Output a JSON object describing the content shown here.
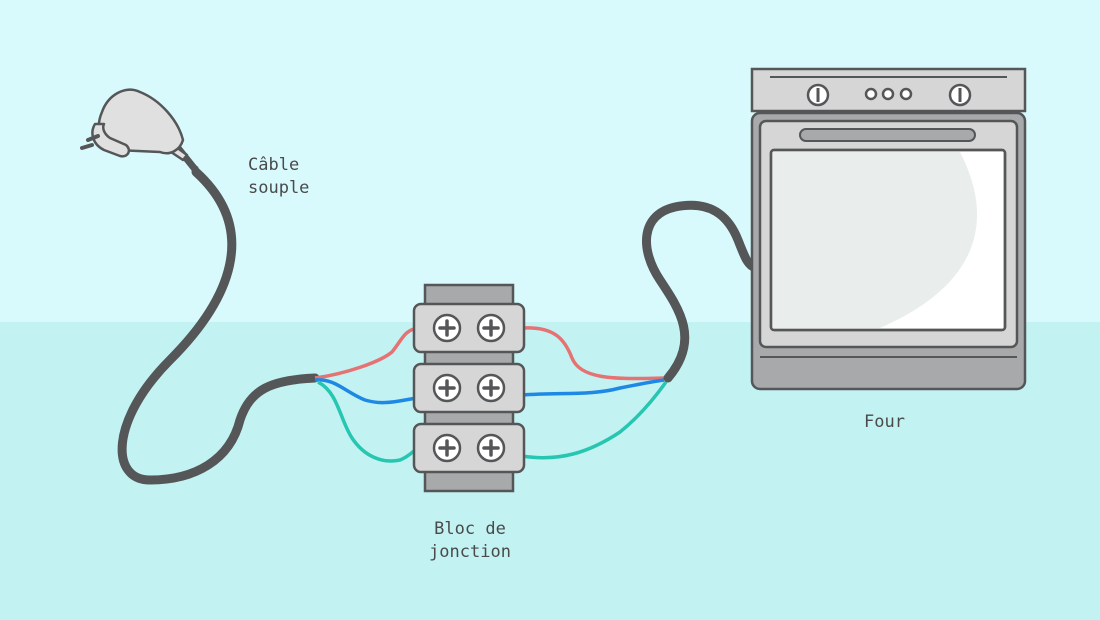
{
  "labels": {
    "cable": "Câble\nsouple",
    "junction_block": "Bloc de\njonction",
    "oven": "Four"
  },
  "colors": {
    "sky": "#d8fafd",
    "floor": "#c3f2f3",
    "outline": "#555657",
    "cable": "#5a5b5c",
    "metal_light": "#d6d6d6",
    "metal_mid": "#a7a9ab",
    "glass": "#e9eeec",
    "wire_phase": "#e57373",
    "wire_neutral": "#1e88e5",
    "wire_earth": "#26c6b0"
  },
  "icons": [
    "plug-icon",
    "terminal-screw-icon",
    "oven-knob-icon"
  ]
}
